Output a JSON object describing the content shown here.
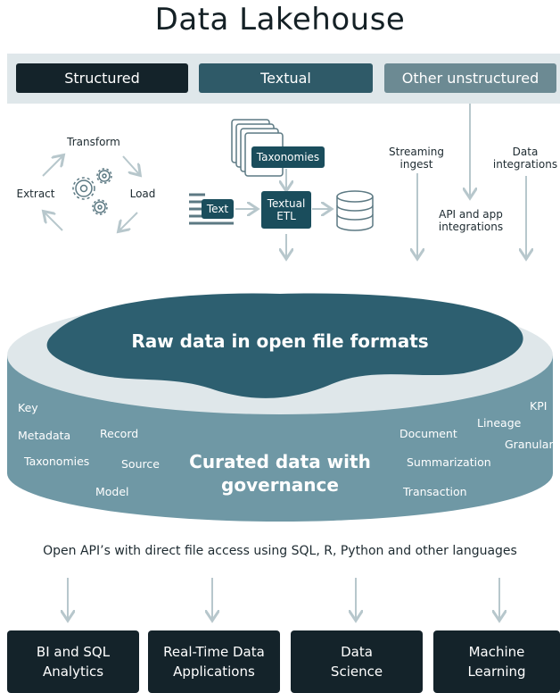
{
  "title": "Data Lakehouse",
  "sources": {
    "structured": "Structured",
    "textual": "Textual",
    "other": "Other unstructured"
  },
  "etl": {
    "transform": "Transform",
    "extract": "Extract",
    "load": "Load"
  },
  "textual_etl": {
    "taxonomies": "Taxonomies",
    "text": "Text",
    "etl_line1": "Textual",
    "etl_line2": "ETL"
  },
  "streams": {
    "streaming_line1": "Streaming",
    "streaming_line2": "ingest",
    "data_line1": "Data",
    "data_line2": "integrations",
    "api_line1": "API and app",
    "api_line2": "integrations"
  },
  "lake": {
    "raw": "Raw data in open file formats",
    "curated_line1": "Curated data with",
    "curated_line2": "governance",
    "left_tags": [
      "Key",
      "Metadata",
      "Record",
      "Taxonomies",
      "Source",
      "Model"
    ],
    "right_tags": [
      "KPI",
      "Lineage",
      "Document",
      "Granular",
      "Summarization",
      "Transaction"
    ]
  },
  "api_text": "Open API’s with direct file access using SQL, R, Python and other languages",
  "outputs": [
    {
      "line1": "BI and SQL",
      "line2": "Analytics"
    },
    {
      "line1": "Real-Time Data",
      "line2": "Applications"
    },
    {
      "line1": "Data",
      "line2": "Science"
    },
    {
      "line1": "Machine",
      "line2": "Learning"
    }
  ],
  "colors": {
    "dark": "#14232a",
    "teal": "#2f5a68",
    "mid": "#6c8a93",
    "lake": "#2d5f70",
    "cylinder": "#6f98a5",
    "arrow": "#b7c7cc"
  }
}
